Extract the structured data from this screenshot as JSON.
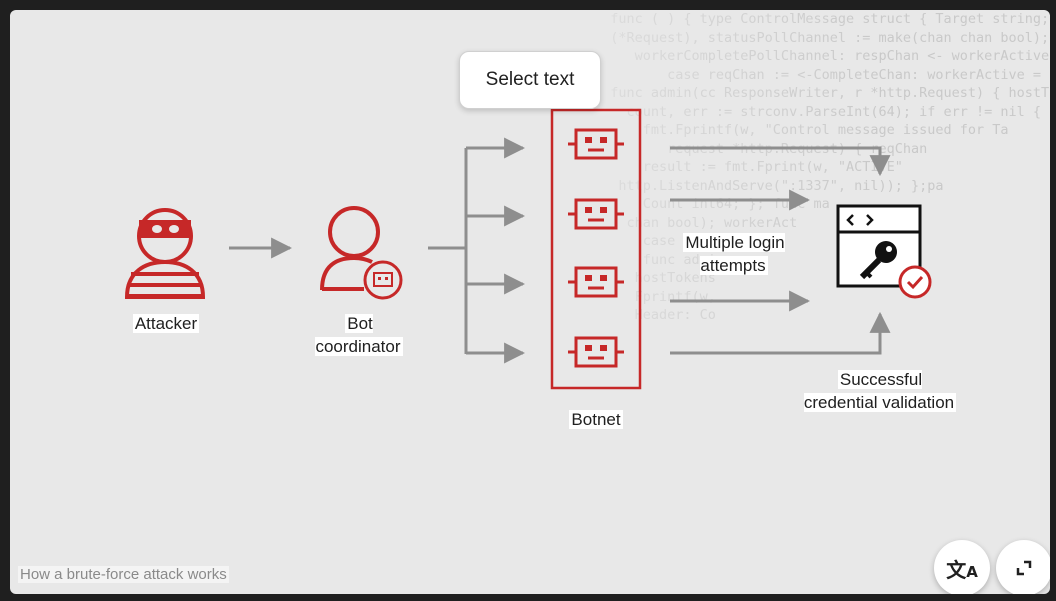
{
  "popup": {
    "select_text_label": "Select text"
  },
  "nodes": {
    "attacker_label": "Attacker",
    "bot_coordinator_label": "Bot\ncoordinator",
    "botnet_label": "Botnet",
    "multiple_login_label": "Multiple login\nattempts",
    "success_label": "Successful\ncredential validation"
  },
  "caption": "How a brute-force attack works",
  "buttons": {
    "translate_icon_name": "translate-icon",
    "fullscreen_icon_name": "fullscreen-exit-icon"
  },
  "colors": {
    "accent_red": "#c62828",
    "arrow_gray": "#8e8e8e",
    "background": "#e8e8e8"
  },
  "code_background": [
    "  func ( ) { type ControlMessage struct { Target string; C",
    "  (*Request), statusPollChannel := make(chan chan bool);",
    "     workerCompletePollChannel: respChan <- workerActive; case",
    "         case reqChan := <-CompleteChan: workerActive = status;",
    "  func admin(cc ResponseWriter, r *http.Request) { hostTo",
    "    count, err := strconv.ParseInt(64); if err != nil { fmt.Fprintf(w,",
    "      fmt.Fprintf(w, \"Control message issued for Ta",
    "         request *http.Request) { reqChan",
    "      result := fmt.Fprint(w, \"ACTIVE\"",
    "   http.ListenAndServe(\":1337\", nil)); };pa",
    "      Count int64; }; func ma",
    "    chan bool); workerAct",
    "      case msg := <",
    "      func admin",
    "     hostTokens",
    "     Fprintf(w,",
    "     Header: Co",
    "      "
  ]
}
